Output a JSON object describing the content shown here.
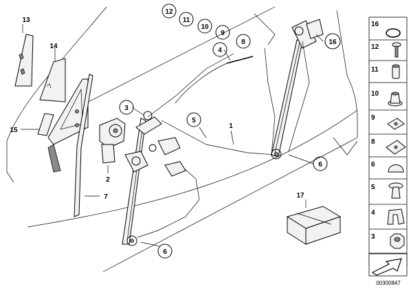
{
  "diagram": {
    "callouts": {
      "c12": "12",
      "c11": "11",
      "c10": "10",
      "c9": "9",
      "c8": "8",
      "c4": "4",
      "c16": "16",
      "c3": "3",
      "c5": "5",
      "c1": "1",
      "c6a": "6",
      "c6b": "6",
      "c13": "13",
      "c14": "14",
      "c15": "15",
      "c2": "2",
      "c7": "7",
      "c17": "17"
    },
    "legend": [
      {
        "label": "16",
        "icon": "ring-seal-icon"
      },
      {
        "label": "12",
        "icon": "screw-icon"
      },
      {
        "label": "11",
        "icon": "sleeve-icon"
      },
      {
        "label": "10",
        "icon": "grommet-icon"
      },
      {
        "label": "9",
        "icon": "clip-plate-icon"
      },
      {
        "label": "8",
        "icon": "clip-plate-icon"
      },
      {
        "label": "6",
        "icon": "plug-cap-icon"
      },
      {
        "label": "5",
        "icon": "expanding-rivet-icon"
      },
      {
        "label": "4",
        "icon": "spring-clip-icon"
      },
      {
        "label": "3",
        "icon": "hex-nut-icon"
      }
    ],
    "document_number": "00300847"
  }
}
